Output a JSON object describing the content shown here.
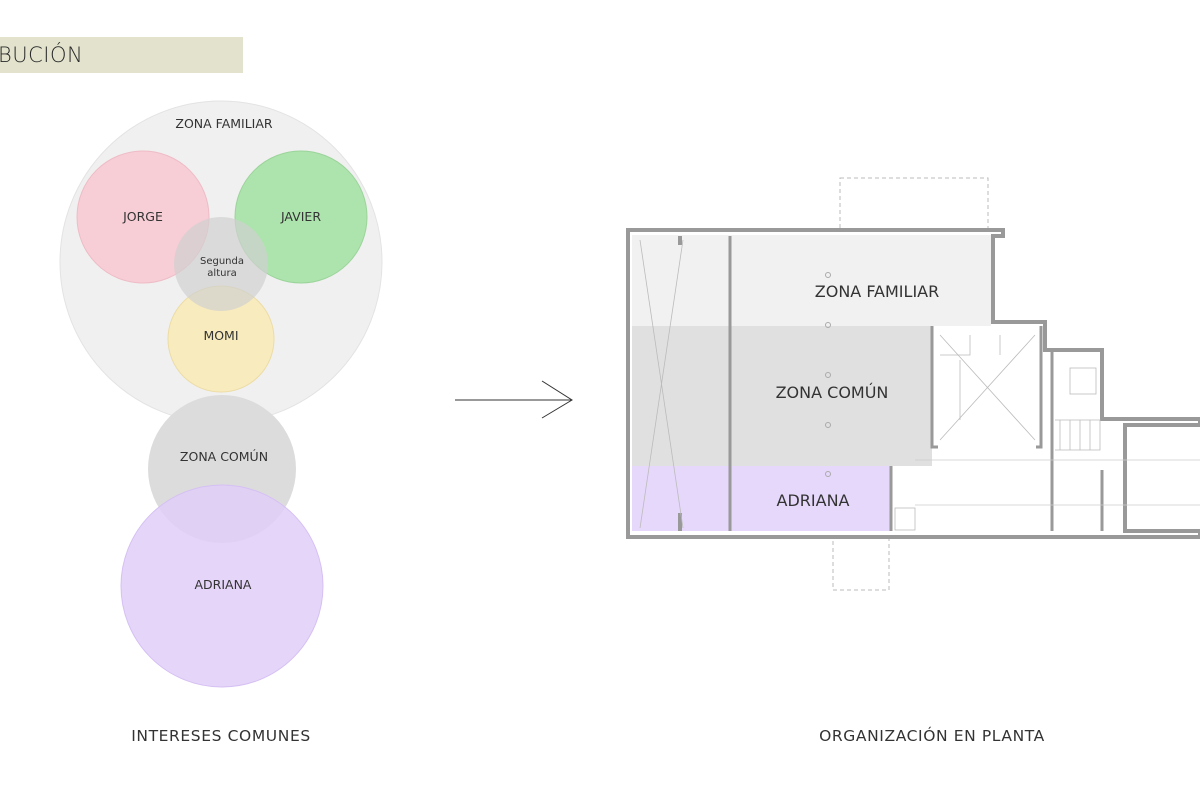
{
  "header": {
    "title_fragment": "BUCIÓN"
  },
  "venn": {
    "zona_familiar": "ZONA FAMILIAR",
    "jorge": "JORGE",
    "javier": "JAVIER",
    "segunda_line1": "Segunda",
    "segunda_line2": "altura",
    "momi": "MOMI",
    "zona_comun": "ZONA COMÚN",
    "adriana": "ADRIANA",
    "caption": "INTERESES COMUNES"
  },
  "plan": {
    "zona_familiar": "ZONA FAMILIAR",
    "zona_comun": "ZONA COMÚN",
    "adriana": "ADRIANA",
    "caption": "ORGANIZACIÓN EN PLANTA"
  },
  "colors": {
    "band": "#e3e3cd",
    "familiar": "#f0f0f0",
    "jorge": "#f7cdd6",
    "javier": "#ade3ad",
    "momi": "#f8ebbd",
    "comun": "#dedede",
    "adriana": "#e3d3f8"
  }
}
